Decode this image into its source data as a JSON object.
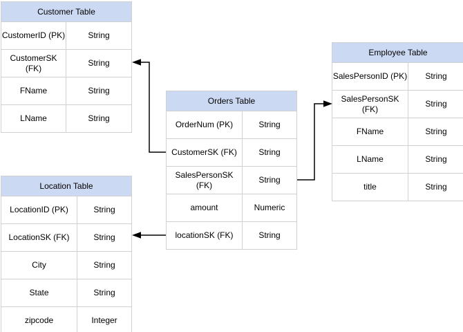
{
  "diagram": {
    "type": "entity-relationship-diagram",
    "colors": {
      "header-fill": "#ccd9f3",
      "table-border": "#d0d0d0",
      "connector": "#000000",
      "text": "#000000",
      "background": "#ffffff"
    },
    "tables": {
      "customer": {
        "title": "Customer Table",
        "rows": [
          {
            "field": "CustomerID (PK)",
            "type": "String"
          },
          {
            "field": "CustomerSK (FK)",
            "type": "String"
          },
          {
            "field": "FName",
            "type": "String"
          },
          {
            "field": "LName",
            "type": "String"
          }
        ]
      },
      "orders": {
        "title": "Orders Table",
        "rows": [
          {
            "field": "OrderNum (PK)",
            "type": "String"
          },
          {
            "field": "CustomerSK (FK)",
            "type": "String"
          },
          {
            "field": "SalesPersonSK (FK)",
            "type": "String"
          },
          {
            "field": "amount",
            "type": "Numeric"
          },
          {
            "field": "locationSK (FK)",
            "type": "String"
          }
        ]
      },
      "employee": {
        "title": "Employee Table",
        "rows": [
          {
            "field": "SalesPersonID (PK)",
            "type": "String"
          },
          {
            "field": "SalesPersonSK (FK)",
            "type": "String"
          },
          {
            "field": "FName",
            "type": "String"
          },
          {
            "field": "LName",
            "type": "String"
          },
          {
            "field": "title",
            "type": "String"
          }
        ]
      },
      "location": {
        "title": "Location Table",
        "rows": [
          {
            "field": "LocationID (PK)",
            "type": "String"
          },
          {
            "field": "LocationSK (FK)",
            "type": "String"
          },
          {
            "field": "City",
            "type": "String"
          },
          {
            "field": "State",
            "type": "String"
          },
          {
            "field": "zipcode",
            "type": "Integer"
          }
        ]
      }
    },
    "relationships": [
      {
        "from": "Orders Table.CustomerSK (FK)",
        "to": "Customer Table.CustomerSK (FK)"
      },
      {
        "from": "Orders Table.SalesPersonSK (FK)",
        "to": "Employee Table.SalesPersonSK (FK)"
      },
      {
        "from": "Orders Table.locationSK (FK)",
        "to": "Location Table.LocationSK (FK)"
      }
    ]
  }
}
